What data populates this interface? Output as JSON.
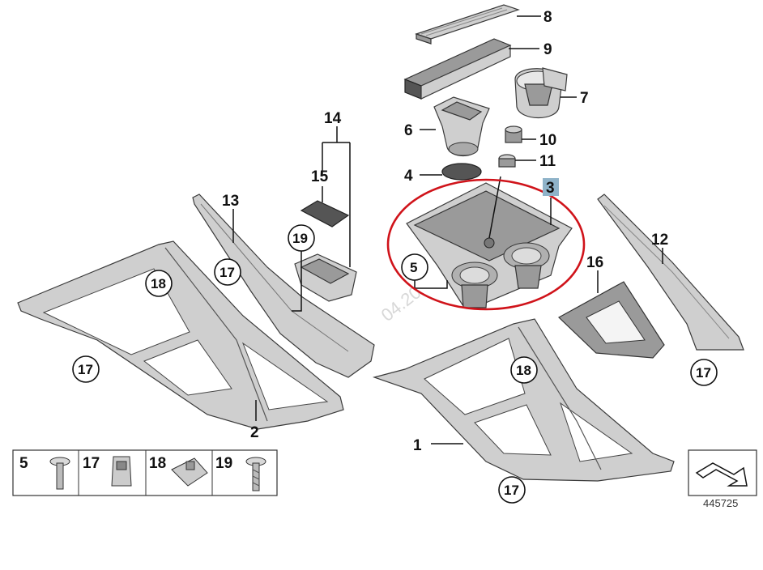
{
  "callouts": {
    "c1": "1",
    "c2": "2",
    "c3": "3",
    "c4": "4",
    "c5a": "5",
    "c5b": "5",
    "c6": "6",
    "c7": "7",
    "c8": "8",
    "c9": "9",
    "c10": "10",
    "c11": "11",
    "c12": "12",
    "c13": "13",
    "c14": "14",
    "c15": "15",
    "c16": "16",
    "c17a": "17",
    "c17b": "17",
    "c17c": "17",
    "c17d": "17",
    "c18a": "18",
    "c18b": "18",
    "c19": "19"
  },
  "legend": {
    "items": [
      {
        "label": "5",
        "icon": "screw-icon"
      },
      {
        "label": "17",
        "icon": "clip-nut-icon"
      },
      {
        "label": "18",
        "icon": "spring-clip-icon"
      },
      {
        "label": "19",
        "icon": "torx-screw-icon"
      }
    ]
  },
  "diagram_number": "445725",
  "watermark": "04.20",
  "colors": {
    "highlight_ring": "#d0131a",
    "callout_badge": "#8fb3c9"
  }
}
